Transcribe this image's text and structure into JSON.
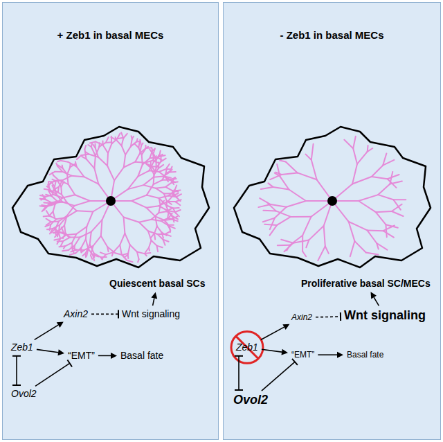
{
  "diagram": {
    "nodes": [
      {
        "text": [
          "+ Zeb1 in basal MECs"
        ]
      },
      {
        "text": [
          "Quiescent basal SCs"
        ],
        "in": 0
      },
      {
        "text": [
          "Axin2"
        ],
        "in": 0
      },
      {
        "text": [
          "Wnt signaling"
        ],
        "in": 0
      },
      {
        "text": [
          "Zeb1"
        ],
        "in": 0
      },
      {
        "text": [
          "“EMT”"
        ],
        "in": 0
      },
      {
        "text": [
          "Basal fate"
        ],
        "in": 0
      },
      {
        "text": [
          "Ovol2"
        ],
        "in": 0
      },
      {
        "text": [
          "- Zeb1 in basal MECs"
        ]
      },
      {
        "text": [
          "Proliferative basal SC/MECs"
        ],
        "in": 8
      },
      {
        "text": [
          "Axin2"
        ],
        "in": 8
      },
      {
        "text": [
          "Wnt signaling"
        ],
        "in": 8
      },
      {
        "text": [
          "Zeb1"
        ],
        "in": 8
      },
      {
        "text": [
          "“EMT”"
        ],
        "in": 8
      },
      {
        "text": [
          "Basal fate"
        ],
        "in": 8
      },
      {
        "text": [
          "Ovol2"
        ],
        "in": 8
      }
    ],
    "edges": [
      {
        "from": 4,
        "to": 2,
        "arrow": "to"
      },
      {
        "from": 2,
        "to": 3,
        "arrow": "to"
      },
      {
        "from": 3,
        "to": 1,
        "arrow": "to"
      },
      {
        "from": 4,
        "to": 5,
        "arrow": "to"
      },
      {
        "from": 5,
        "to": 6,
        "arrow": "to"
      },
      {
        "from": 4,
        "to": 7,
        "arrow": "both"
      },
      {
        "from": 7,
        "to": 5,
        "arrow": "to"
      },
      {
        "from": 12,
        "to": 10,
        "arrow": "to"
      },
      {
        "from": 10,
        "to": 11,
        "arrow": "to"
      },
      {
        "from": 11,
        "to": 9,
        "arrow": "to"
      },
      {
        "from": 12,
        "to": 13,
        "arrow": "to"
      },
      {
        "from": 13,
        "to": 14,
        "arrow": "to"
      },
      {
        "from": 12,
        "to": 15,
        "arrow": "both"
      },
      {
        "from": 15,
        "to": 13,
        "arrow": "to"
      }
    ]
  }
}
